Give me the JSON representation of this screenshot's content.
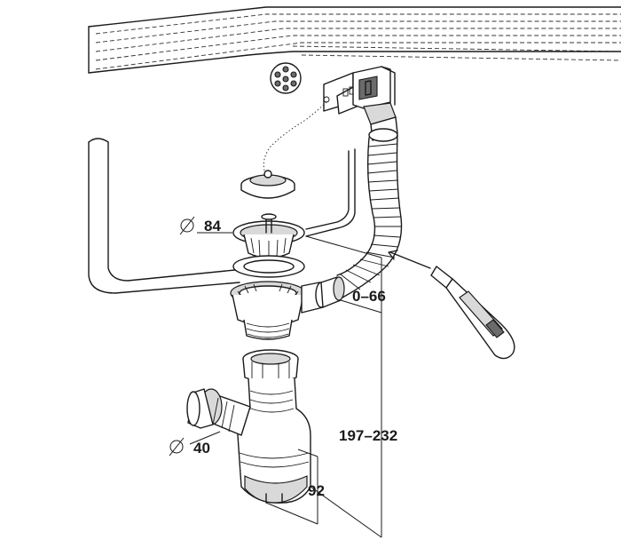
{
  "labels": {
    "strainer_diameter": "84",
    "outlet_diameter": "40",
    "overflow_offset": "0–66",
    "total_height": "197–232",
    "trap_depth": "92"
  },
  "symbols": {
    "diameter": "diameter-symbol"
  },
  "colors": {
    "line": "#1a1a1a",
    "shade": "#d9d9d9",
    "dark_shade": "#6b6b6b"
  }
}
